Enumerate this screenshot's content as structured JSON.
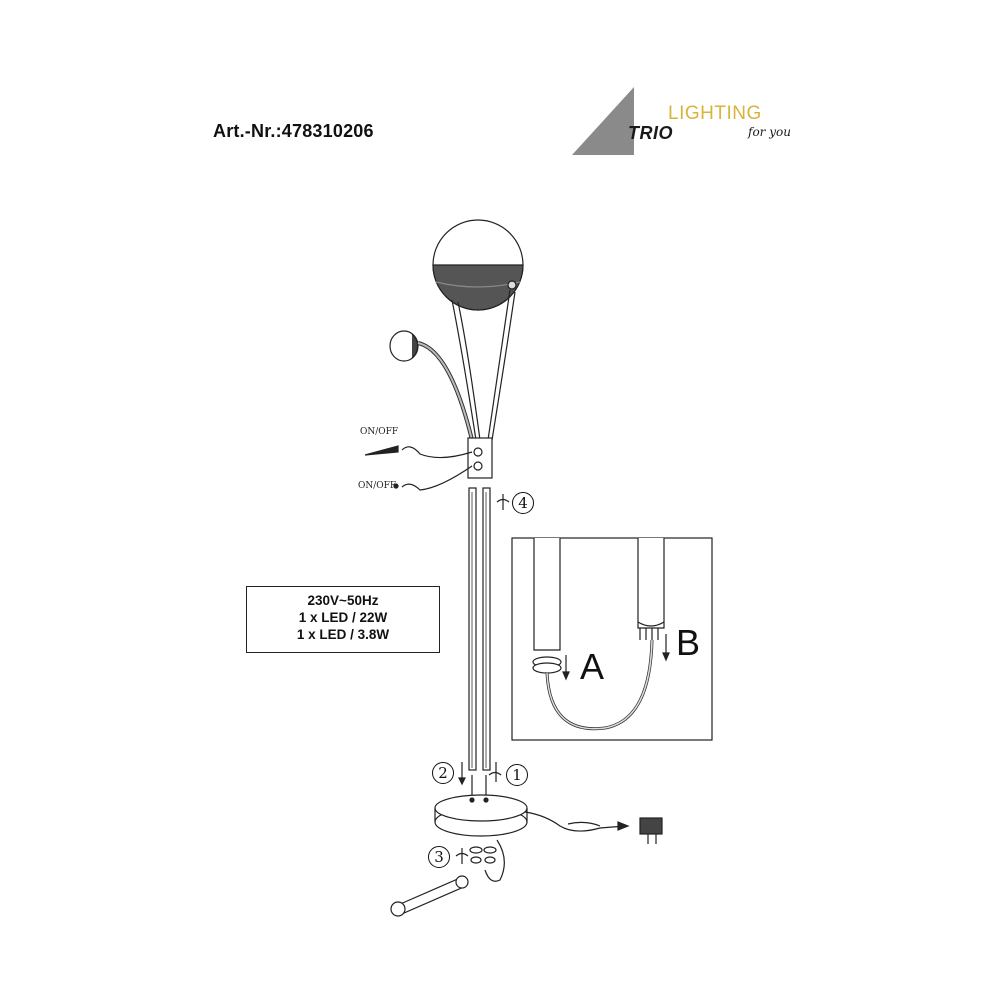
{
  "header": {
    "article_number": "Art.-Nr.:478310206"
  },
  "logo": {
    "brand": "TRIO",
    "lighting": "LIGHTING",
    "tagline": "for you",
    "lighting_color": "#d9b43a",
    "triangle_color": "#8a8a8a"
  },
  "switches": {
    "top_label": "ON/OFF",
    "bottom_label": "ON/OFF"
  },
  "specs": {
    "voltage": "230V~50Hz",
    "led_main": "1 x LED / 22W",
    "led_reading": "1 x LED / 3.8W"
  },
  "inset": {
    "label_a": "A",
    "label_b": "B"
  },
  "steps": {
    "s1": "1",
    "s2": "2",
    "s3": "3",
    "s4": "4"
  }
}
